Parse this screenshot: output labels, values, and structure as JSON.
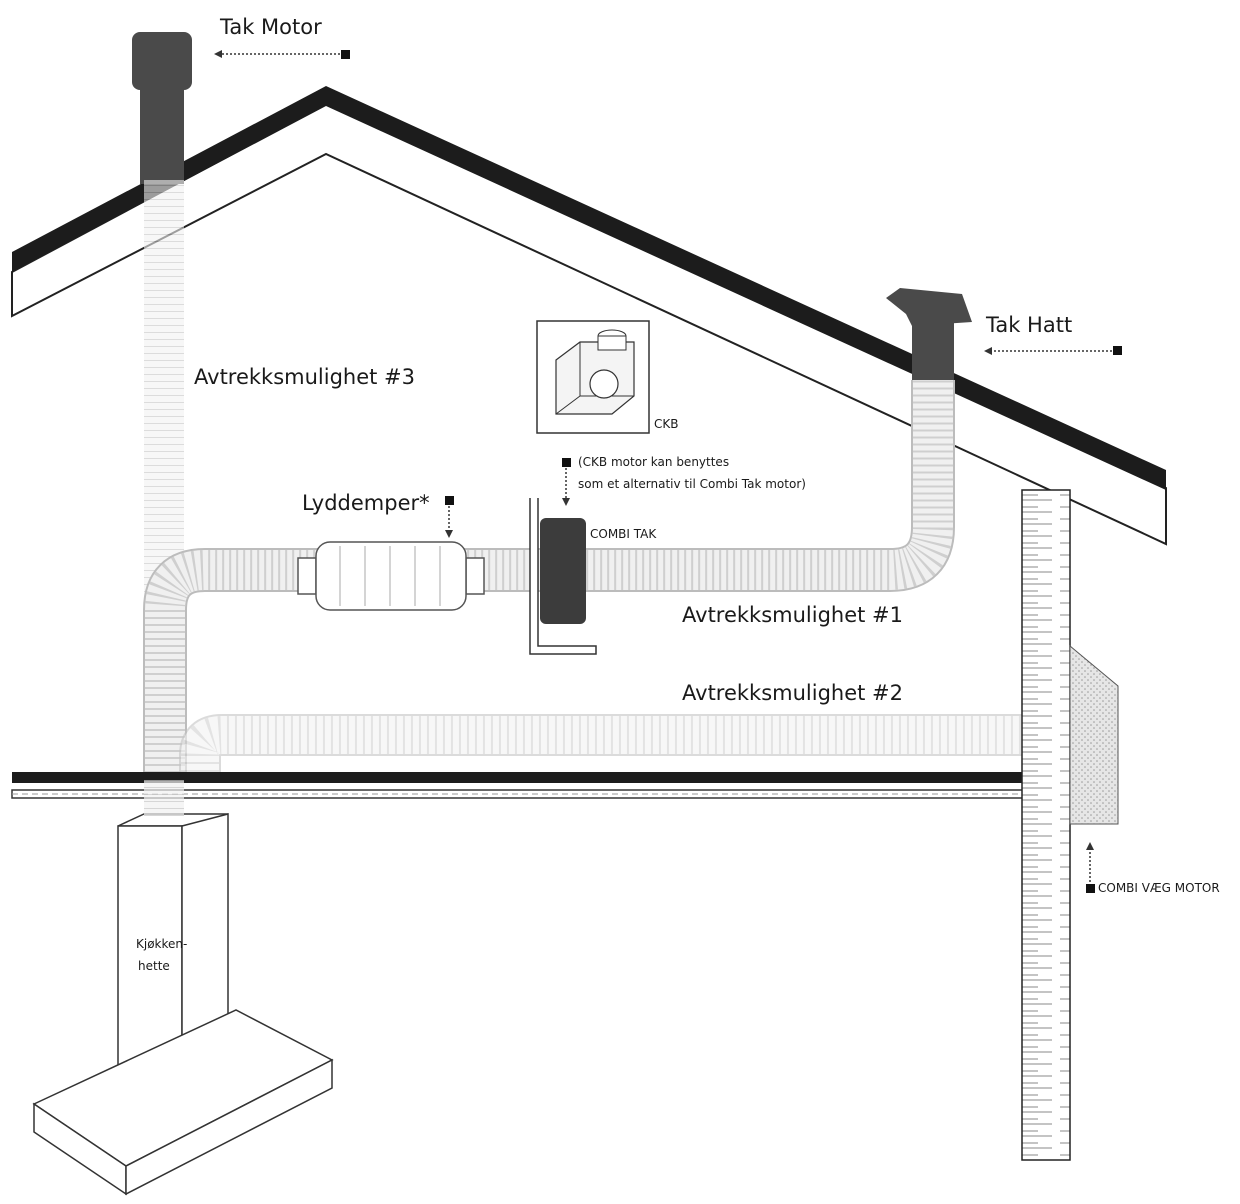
{
  "labels": {
    "tak_motor": "Tak Motor",
    "tak_hatt": "Tak Hatt",
    "avtrekk_3": "Avtrekksmulighet #3",
    "avtrekk_1": "Avtrekksmulighet #1",
    "avtrekk_2": "Avtrekksmulighet #2",
    "lyddemper": "Lyddemper*",
    "ckb": "CKB",
    "ckb_note_line1": "(CKB motor kan benyttes",
    "ckb_note_line2": "som et alternativ til Combi Tak  motor)",
    "combi_tak": "COMBI TAK",
    "combi_vaeg_motor": "COMBI VÆG MOTOR",
    "kjokken_line1": "Kjøkken-",
    "kjokken_line2": "hette"
  },
  "colors": {
    "roof_dark": "#1c1c1c",
    "motor_gray": "#4a4a4a",
    "duct_fill": "#efefef",
    "duct_stroke": "#b9b9b9",
    "line": "#222222"
  },
  "icons": {
    "marker": "black-square-marker",
    "arrow": "dotted-arrow"
  }
}
